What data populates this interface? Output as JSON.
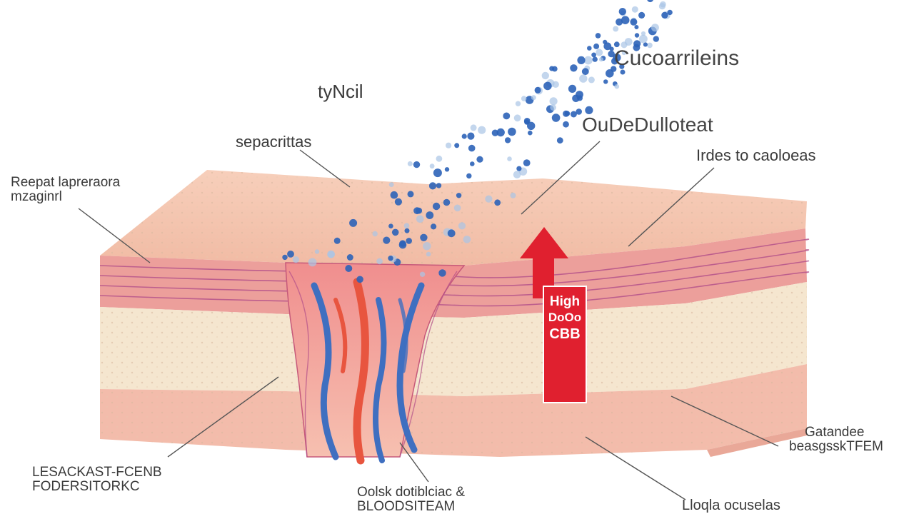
{
  "labels": {
    "top_right": "Cucoarrileins",
    "top_center": "tyNcil",
    "upper_right": "OuDeDulloteat",
    "upper_right_sub": "Irdes to caoloeas",
    "left_middle": "sepacrittas",
    "left_top_line1": "Reepat lapreraora",
    "left_top_line2": "mzaginrl",
    "bottom_left_line1": "LESACKAST-FCENB",
    "bottom_left_line2": "FODERSITORKC",
    "bottom_center_line1": "Oolsk dotiblciac &",
    "bottom_center_line2": "BLOODSITEAM",
    "right_bottom_line1": "Gatandee",
    "right_bottom_line2": "beasgsskTFEM",
    "bottom_right": "Lloqla ocuselas"
  },
  "badge": {
    "title": "High",
    "body": "DoOo",
    "footer": "CBB"
  },
  "colors": {
    "skin_top": "#f4c4ae",
    "skin_front": "#f1b8a2",
    "epidermis_band": "#e79a99",
    "dermis": "#f4e4cc",
    "hypodermis": "#f2b8a8",
    "vein_blue": "#3f6fc0",
    "artery_red": "#e8553f",
    "particle_blue": "#2c63b8",
    "arrow_red": "#e0202f"
  }
}
